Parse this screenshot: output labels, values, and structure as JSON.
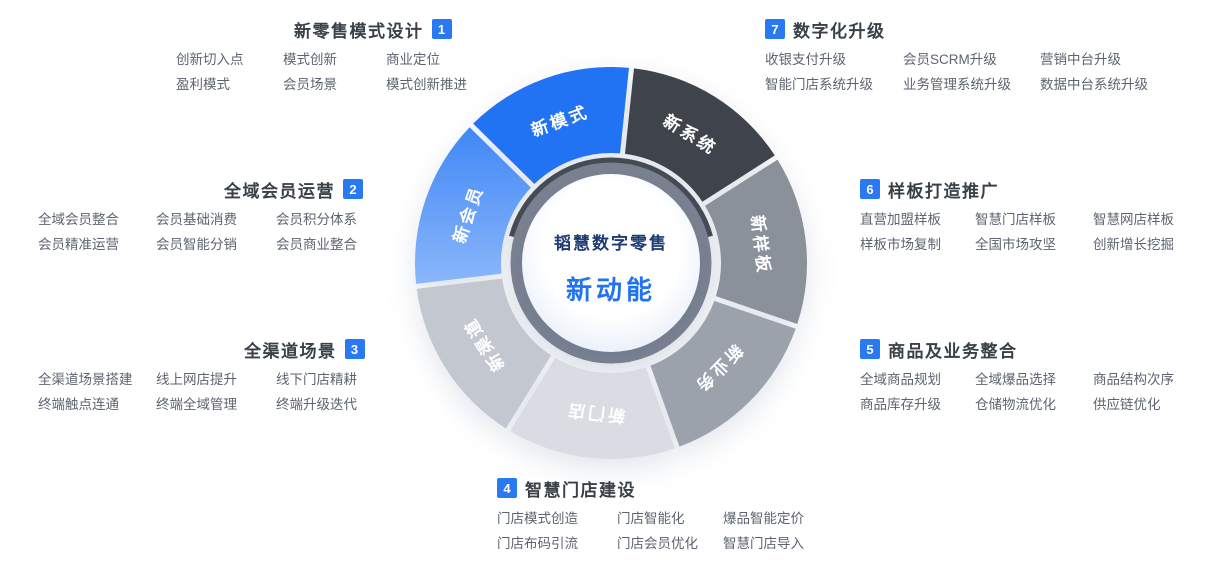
{
  "colors": {
    "accent_blue": "#2979F2",
    "title_text": "#394048",
    "item_text": "#5D6470",
    "center_title": "#1C3B72",
    "center_subtitle": "#2273F4",
    "ring_gray": "#7A8190",
    "ring_shade": "#454B55"
  },
  "center": {
    "title": "韬慧数字零售",
    "subtitle": "新动能"
  },
  "wheel": {
    "segments": [
      {
        "label": "新系统",
        "color": "#3F444C"
      },
      {
        "label": "新样板",
        "color": "#8A919B"
      },
      {
        "label": "新业务",
        "color": "#9BA2AC"
      },
      {
        "label": "新门店",
        "color": "#D9DDE3"
      },
      {
        "label": "新渠道",
        "color": "#C2C7D0"
      },
      {
        "label": "新会员",
        "color": "#3F88F6",
        "color2": "#8BB6FA"
      },
      {
        "label": "新模式",
        "color": "#2273F4"
      }
    ]
  },
  "groups": [
    {
      "number": "1",
      "title": "新零售模式设计",
      "items": [
        "创新切入点",
        "模式创新",
        "商业定位",
        "盈利模式",
        "会员场景",
        "模式创新推进"
      ]
    },
    {
      "number": "2",
      "title": "全域会员运营",
      "items": [
        "全域会员整合",
        "会员基础消费",
        "会员积分体系",
        "会员精准运营",
        "会员智能分销",
        "会员商业整合"
      ]
    },
    {
      "number": "3",
      "title": "全渠道场景",
      "items": [
        "全渠道场景搭建",
        "线上网店提升",
        "线下门店精耕",
        "终端触点连通",
        "终端全域管理",
        "终端升级迭代"
      ]
    },
    {
      "number": "4",
      "title": "智慧门店建设",
      "items": [
        "门店模式创造",
        "门店智能化",
        "爆品智能定价",
        "门店布码引流",
        "门店会员优化",
        "智慧门店导入"
      ]
    },
    {
      "number": "5",
      "title": "商品及业务整合",
      "items": [
        "全域商品规划",
        "全域爆品选择",
        "商品结构次序",
        "商品库存升级",
        "仓储物流优化",
        "供应链优化"
      ]
    },
    {
      "number": "6",
      "title": "样板打造推广",
      "items": [
        "直营加盟样板",
        "智慧门店样板",
        "智慧网店样板",
        "样板市场复制",
        "全国市场攻坚",
        "创新增长挖掘"
      ]
    },
    {
      "number": "7",
      "title": "数字化升级",
      "items": [
        "收银支付升级",
        "会员SCRM升级",
        "营销中台升级",
        "智能门店系统升级",
        "业务管理系统升级",
        "数据中台系统升级"
      ]
    }
  ]
}
